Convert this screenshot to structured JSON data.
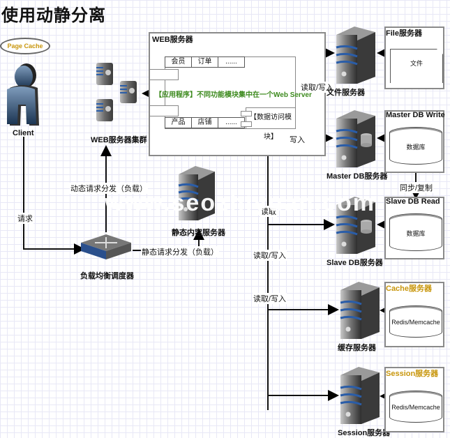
{
  "title": "使用动静分离",
  "page_cache": "Page Cache",
  "client": "Client",
  "web_cluster": "WEB服务器集群",
  "web_server": {
    "title": "WEB服务器",
    "top_modules": [
      "会员",
      "订单",
      "......"
    ],
    "bottom_modules": [
      "产品",
      "店铺",
      "......"
    ],
    "app_text": "【应用程序】不同功能模块集中在一个Web Server",
    "data_access": "【数据访问模块】"
  },
  "edges": {
    "request": "请求",
    "dynamic": "动态请求分发（负载）",
    "static": "静态请求分发（负载）",
    "file_rw": "读取/写入",
    "master_write": "写入",
    "slave_read": "读取",
    "cache_rw": "读取/写入",
    "session_rw": "读取/写入",
    "sync": "同步/复制"
  },
  "load_balancer": "负载均衡调度器",
  "static_server": "静态内容服务器",
  "servers": [
    {
      "label": "文件服务器",
      "box_title": "File服务器",
      "content": "文件",
      "title_color": "#111111",
      "kind": "file"
    },
    {
      "label": "Master DB服务器",
      "box_title": "Master DB Write",
      "content": "数据库",
      "title_color": "#111111",
      "kind": "db"
    },
    {
      "label": "Slave DB服务器",
      "box_title": "Slave DB Read",
      "content": "数据库",
      "title_color": "#111111",
      "kind": "db"
    },
    {
      "label": "缓存服务器",
      "box_title": "Cache服务器",
      "content": "Redis/Memcache",
      "title_color": "#c8960c",
      "kind": "cache"
    },
    {
      "label": "Session服务器",
      "box_title": "Session服务器",
      "content": "Redis/Memcache",
      "title_color": "#c8960c",
      "kind": "cache"
    }
  ],
  "watermark": "www.seozhiyuan.com"
}
